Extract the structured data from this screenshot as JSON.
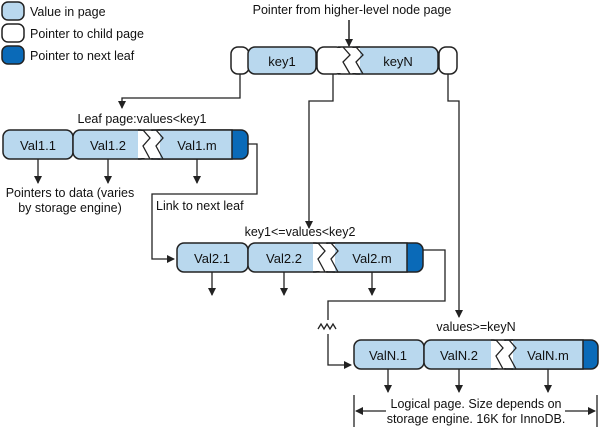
{
  "legend": [
    {
      "label": "Value in page",
      "color": "#b9d8ee"
    },
    {
      "label": "Pointer to child page",
      "color": "#ffffff"
    },
    {
      "label": "Pointer to next leaf",
      "color": "#0a6ab8"
    }
  ],
  "colors": {
    "value": "#b9d8ee",
    "pointer": "#ffffff",
    "next_leaf": "#0a6ab8",
    "stroke": "#222222"
  },
  "root": {
    "caption": "Pointer from higher-level node page",
    "keys": [
      "key1",
      "keyN"
    ]
  },
  "leaves": [
    {
      "caption": "Leaf page:values<key1",
      "values": [
        "Val1.1",
        "Val1.2",
        "Val1.m"
      ]
    },
    {
      "caption": "key1<=values<key2",
      "values": [
        "Val2.1",
        "Val2.2",
        "Val2.m"
      ]
    },
    {
      "caption": "values>=keyN",
      "values": [
        "ValN.1",
        "ValN.2",
        "ValN.m"
      ]
    }
  ],
  "annotations": {
    "pointers_to_data_1": "Pointers to data (varies",
    "pointers_to_data_2": "by storage engine)",
    "link_to_next_leaf": "Link to next leaf",
    "logical_page_1": "Logical page. Size depends on",
    "logical_page_2": "storage engine. 16K for InnoDB."
  }
}
